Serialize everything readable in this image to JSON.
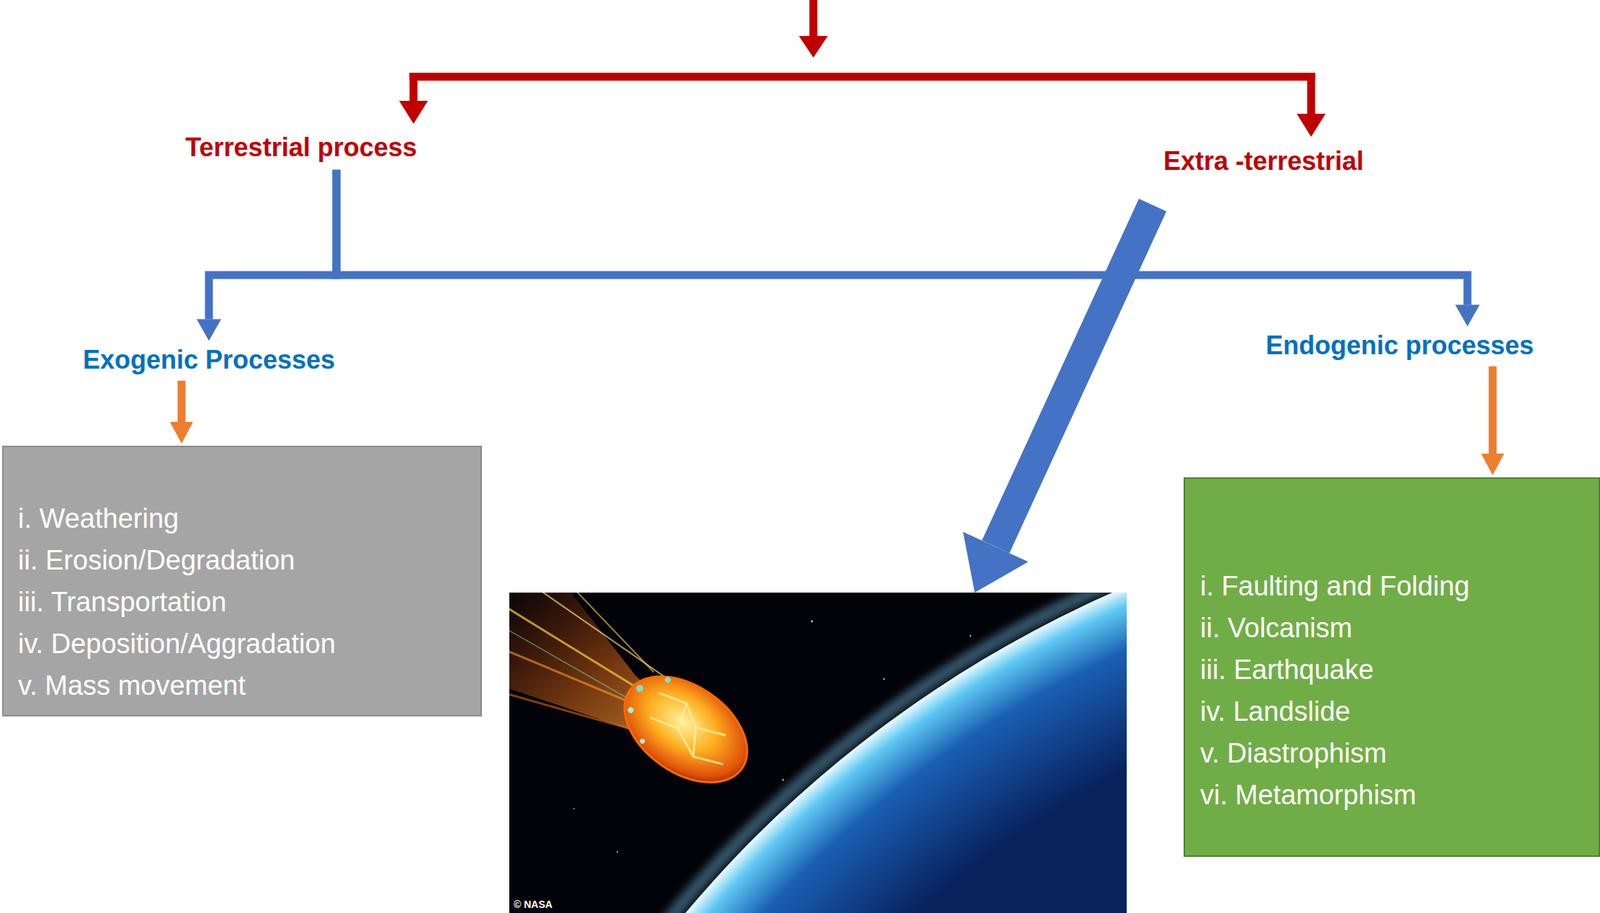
{
  "diagram": {
    "nodes": [
      {
        "text": [
          "Terrestrial process"
        ]
      },
      {
        "text": [
          "Extra -terrestrial"
        ]
      },
      {
        "text": [
          "Exogenic Processes"
        ]
      },
      {
        "text": [
          "Endogenic processes"
        ]
      },
      {
        "text": [
          "i. Weathering",
          "ii. Erosion/Degradation",
          "iii. Transportation",
          "iv. Deposition/Aggradation",
          "v. Mass movement"
        ]
      },
      {
        "text": [
          "i. Faulting and Folding",
          "ii. Volcanism",
          "iii. Earthquake",
          "iv. Landslide",
          "v. Diastrophism",
          "vi. Metamorphism"
        ]
      },
      {
        "text": [
          "© NASA"
        ]
      }
    ],
    "edges": [
      {
        "from": 0,
        "to": 2,
        "arrow": "to"
      },
      {
        "from": 0,
        "to": 3,
        "arrow": "to"
      },
      {
        "from": 2,
        "to": 4,
        "arrow": "to"
      },
      {
        "from": 3,
        "to": 5,
        "arrow": "to"
      },
      {
        "from": 1,
        "to": 6,
        "arrow": "to"
      }
    ]
  }
}
